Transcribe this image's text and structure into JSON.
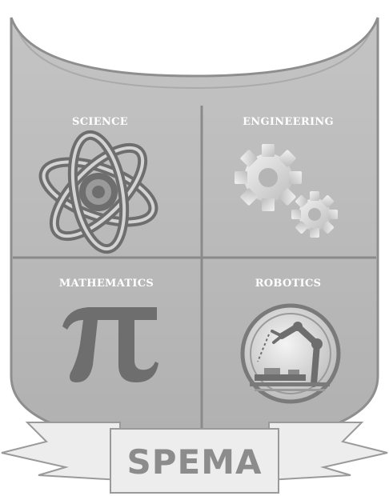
{
  "crest": {
    "quadrants": [
      {
        "label": "SCIENCE",
        "icon": "atom-icon"
      },
      {
        "label": "ENGINEERING",
        "icon": "gears-icon"
      },
      {
        "label": "MATHEMATICS",
        "icon": "pi-icon"
      },
      {
        "label": "ROBOTICS",
        "icon": "robot-arm-icon"
      }
    ],
    "banner": {
      "text": "SPEMA"
    },
    "colors": {
      "shield_fill": "#b5b5b5",
      "shield_border": "#8e8e8e",
      "icon_dark": "#6e6e6e",
      "icon_mid": "#9a9a9a",
      "icon_light": "#d9d9d9",
      "banner_fill": "#ededed",
      "banner_text": "#8c8c8c",
      "label_text": "#ffffff"
    }
  }
}
